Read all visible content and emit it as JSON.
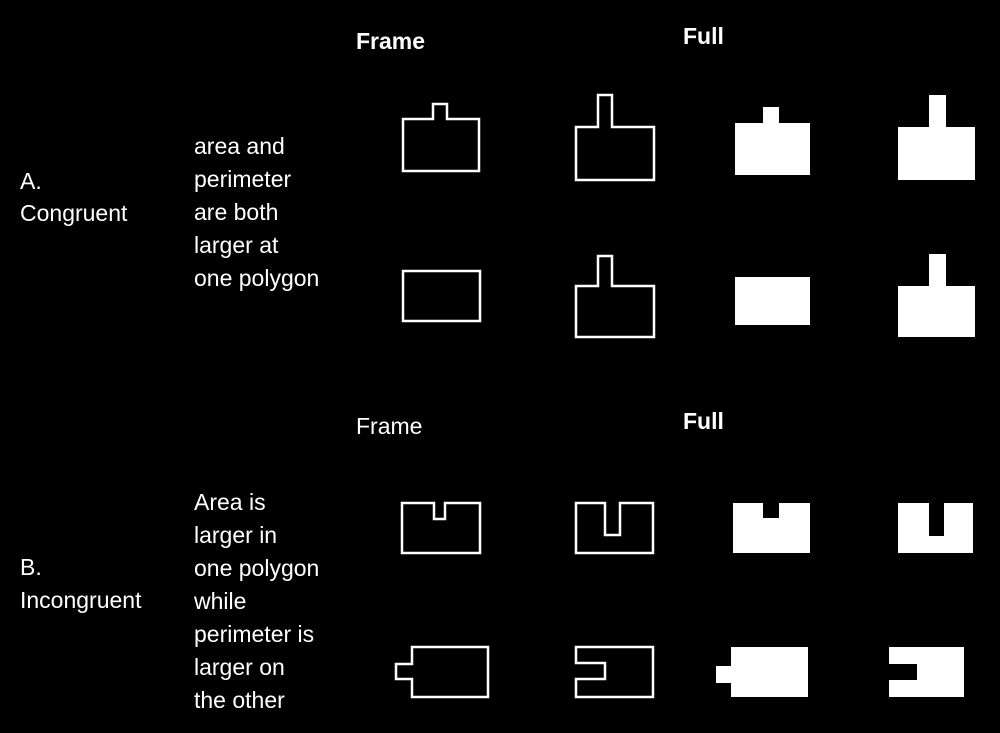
{
  "section_a": {
    "header_frame": "Frame",
    "header_full": "Full",
    "label_letter": "A.",
    "label_name": "Congruent",
    "description": [
      "area and",
      "perimeter",
      "are both",
      "larger at",
      "one polygon"
    ]
  },
  "section_b": {
    "header_frame": "Frame",
    "header_full": "Full",
    "label_letter": "B.",
    "label_name": "Incongruent",
    "description": [
      "Area is",
      "larger in",
      "one polygon",
      "while",
      "perimeter is",
      "larger on",
      "the other"
    ]
  },
  "colors": {
    "background": "#000000",
    "stroke": "#ffffff",
    "fill": "#ffffff"
  }
}
